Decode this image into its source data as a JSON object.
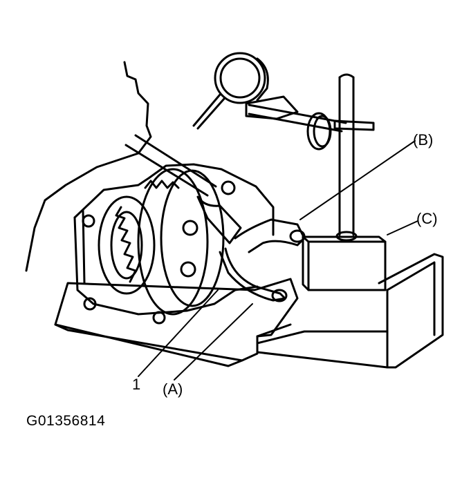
{
  "labels": {
    "b": "(B)",
    "c": "(C)",
    "part_1": "1",
    "a": "(A)"
  },
  "figure_code": "G01356814",
  "line_color": "#000000",
  "background": "#ffffff"
}
